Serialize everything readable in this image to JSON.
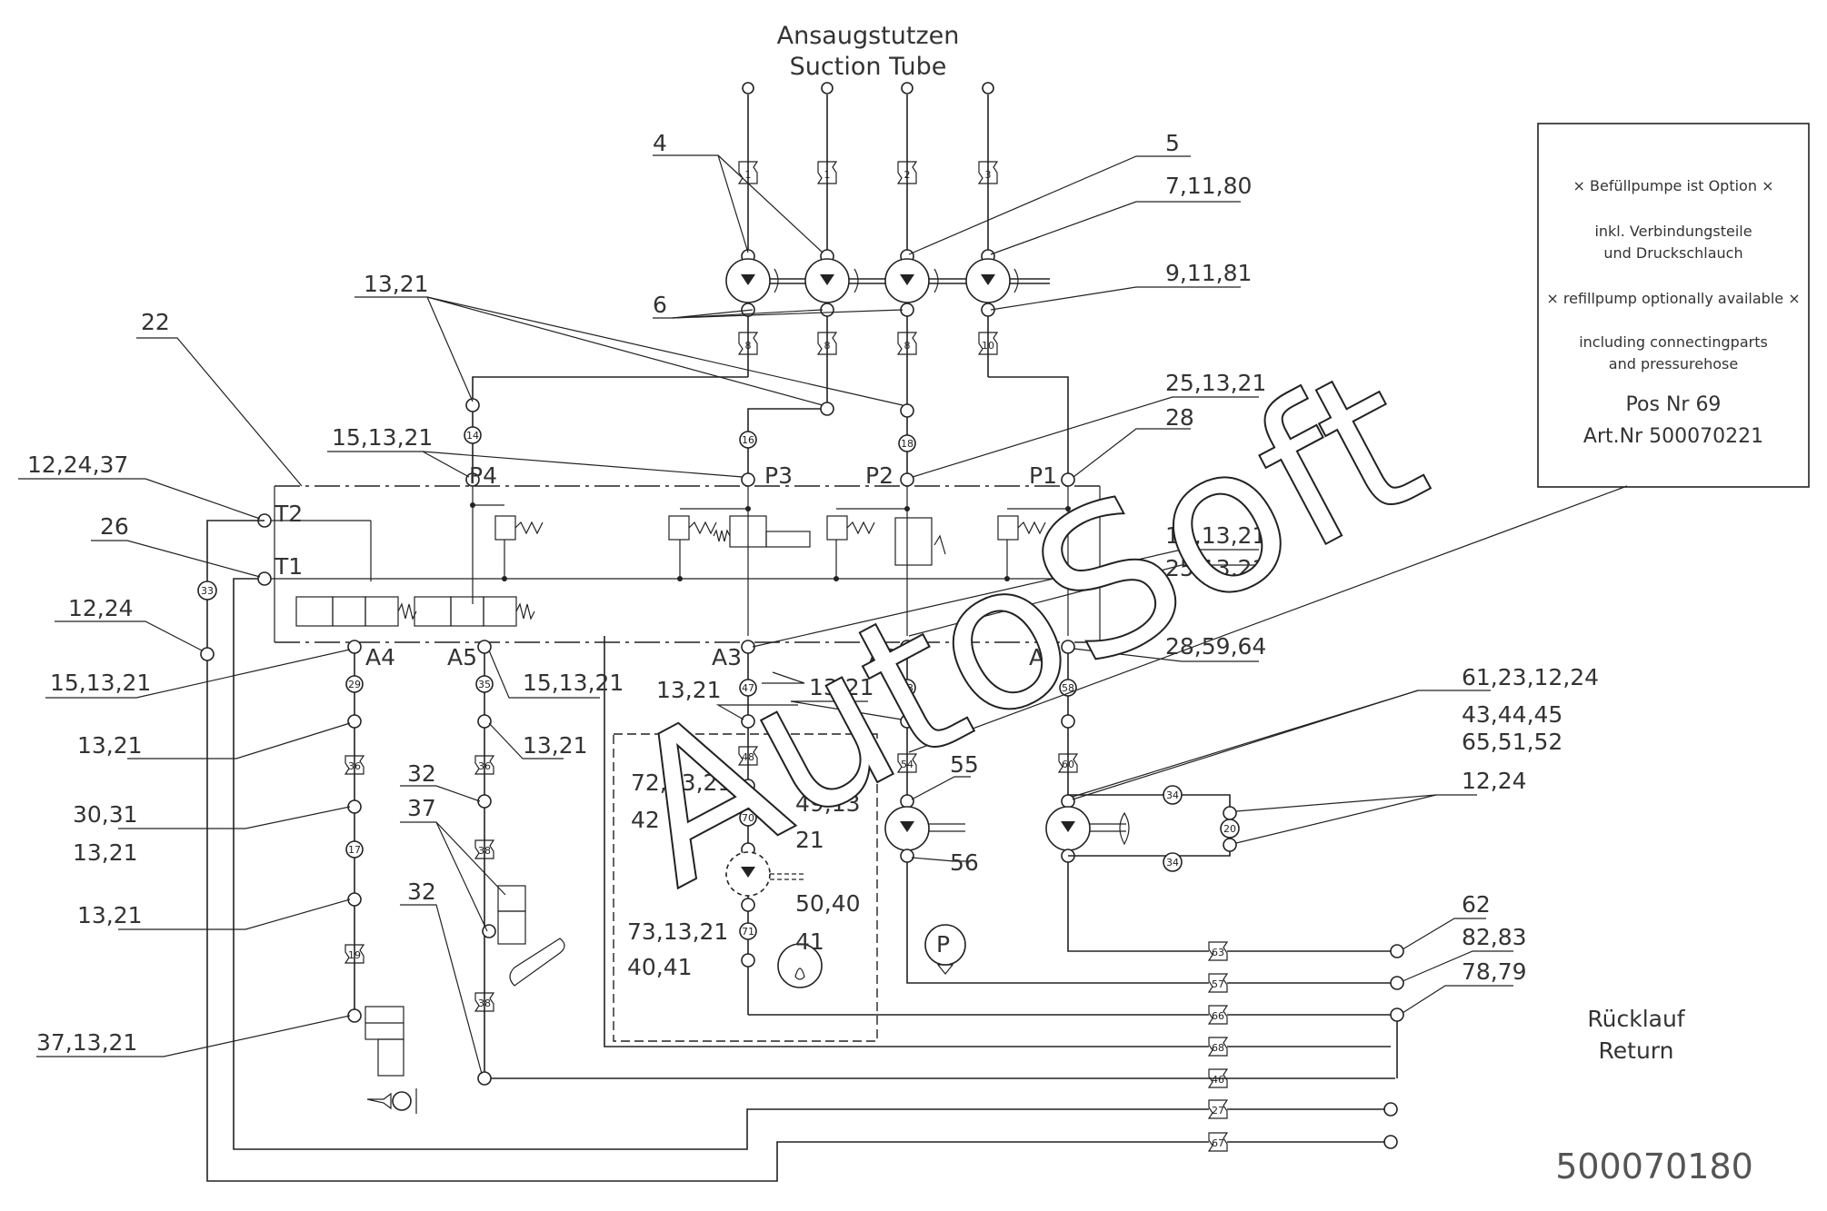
{
  "title": {
    "line1": "Ansaugstutzen",
    "line2": "Suction Tube"
  },
  "return_label": {
    "line1": "Rücklauf",
    "line2": "Return"
  },
  "drawing_number": "500070180",
  "watermark": "AutoSoft",
  "note": {
    "line1": "× Befüllpumpe ist Option ×",
    "line2": "inkl. Verbindungsteile",
    "line3": "und Druckschlauch",
    "line4": "× refillpump optionally available ×",
    "line5": "including connectingparts",
    "line6": "and pressurehose",
    "line7": "Pos Nr 69",
    "line8": "Art.Nr 500070221"
  },
  "ports": {
    "p4": "P4",
    "p3": "P3",
    "p2": "P2",
    "p1": "P1",
    "t2": "T2",
    "t1": "T1",
    "a4": "A4",
    "a5": "A5",
    "a3": "A3",
    "a2": "A2",
    "a1": "A1"
  },
  "callouts": {
    "c4": "4",
    "c5": "5",
    "c7": "7,11,80",
    "c9": "9,11,81",
    "c6": "6",
    "c1321_top": "13,21",
    "c22": "22",
    "c25": "25,13,21",
    "c28": "28",
    "c15_p4": "15,13,21",
    "c12_24_37": "12,24,37",
    "c26": "26",
    "c12_24": "12,24",
    "c15_a4": "15,13,21",
    "c15_mid": "15,13,21",
    "c25_mid": "25,13,21",
    "c28_59_64": "28,59,64",
    "c15_a5": "15,13,21",
    "c1321_a3": "13,21",
    "c1321_a2": "13,21",
    "c1321_l1": "13,21",
    "c1321_a5": "13,21",
    "c30_31": "30,31",
    "c1321_l2": "13,21",
    "c1321_l3": "13,21",
    "c37_13_21": "37,13,21",
    "c32a": "32",
    "c37": "37",
    "c32b": "32",
    "c72": "72,13,21",
    "c42": "42",
    "c49": "49,13",
    "c21": "21",
    "c50": "50,40",
    "c41": "41",
    "c73": "73,13,21",
    "c40_41": "40,41",
    "c55": "55",
    "c56": "56",
    "c61": "61,23,12,24",
    "c43": "43,44,45",
    "c65": "65,51,52",
    "c12_24_r": "12,24",
    "c62": "62",
    "c82": "82,83",
    "c78": "78,79"
  },
  "hose_tags": {
    "h1a": "1",
    "h1b": "1",
    "h2": "2",
    "h3": "3",
    "h8a": "8",
    "h8b": "8",
    "h8c": "8",
    "h10": "10",
    "h14": "14",
    "h16": "16",
    "h18": "18",
    "h33": "33",
    "h29": "29",
    "h35": "35",
    "h47": "47",
    "h53": "53",
    "h58": "58",
    "h36a": "36",
    "h36b": "36",
    "h48": "48",
    "h54": "54",
    "h60": "60",
    "h17": "17",
    "h38a": "38",
    "h70": "70",
    "h34a": "34",
    "h34b": "34",
    "h20": "20",
    "h19": "19",
    "h71": "71",
    "h38b": "38",
    "h63": "63",
    "h57": "57",
    "h66": "66",
    "h68": "68",
    "h46": "46",
    "h27": "27",
    "h67": "67"
  }
}
